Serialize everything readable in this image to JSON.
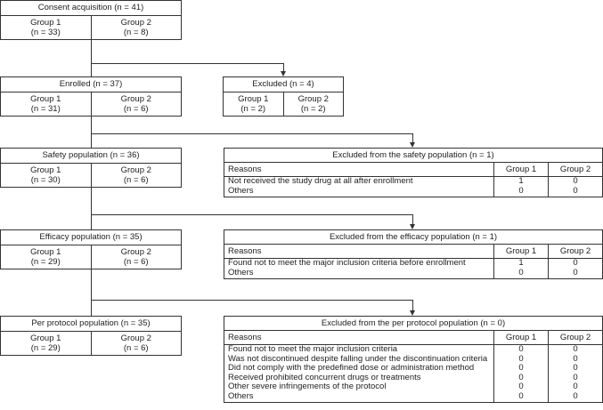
{
  "flow": [
    {
      "title": "Consent acquisition (n = 41)",
      "g1": "Group 1",
      "g1n": "(n = 33)",
      "g2": "Group 2",
      "g2n": "(n = 8)"
    },
    {
      "title": "Enrolled (n = 37)",
      "g1": "Group 1",
      "g1n": "(n = 31)",
      "g2": "Group 2",
      "g2n": "(n = 6)"
    },
    {
      "title": "Safety population (n = 36)",
      "g1": "Group 1",
      "g1n": "(n = 30)",
      "g2": "Group 2",
      "g2n": "(n = 6)"
    },
    {
      "title": "Efficacy population (n = 35)",
      "g1": "Group 1",
      "g1n": "(n = 29)",
      "g2": "Group 2",
      "g2n": "(n = 6)"
    },
    {
      "title": "Per protocol population (n = 35)",
      "g1": "Group 1",
      "g1n": "(n = 29)",
      "g2": "Group 2",
      "g2n": "(n = 6)"
    }
  ],
  "excluded": {
    "title": "Excluded (n = 4)",
    "g1": "Group 1",
    "g1n": "(n = 2)",
    "g2": "Group 2",
    "g2n": "(n = 2)"
  },
  "tables": [
    {
      "title": "Excluded from the safety population (n = 1)",
      "headers": [
        "Reasons",
        "Group 1",
        "Group 2"
      ],
      "rows": [
        [
          "Not received the study drug at all after enrollment",
          "1",
          "0"
        ],
        [
          "Others",
          "0",
          "0"
        ]
      ]
    },
    {
      "title": "Excluded from the efficacy population (n = 1)",
      "headers": [
        "Reasons",
        "Group 1",
        "Group 2"
      ],
      "rows": [
        [
          "Found not to meet the major inclusion criteria before enrollment",
          "1",
          "0"
        ],
        [
          "Others",
          "0",
          "0"
        ]
      ]
    },
    {
      "title": "Excluded from the per protocol population (n = 0)",
      "headers": [
        "Reasons",
        "Group 1",
        "Group 2"
      ],
      "rows": [
        [
          "Found not to meet the major inclusion criteria",
          "0",
          "0"
        ],
        [
          "Was not discontinued despite falling under the discontinuation criteria",
          "0",
          "0"
        ],
        [
          "Did not comply with the predefined dose or administration method",
          "0",
          "0"
        ],
        [
          "Received prohibited concurrent drugs or treatments",
          "0",
          "0"
        ],
        [
          "Other severe infringements of the protocol",
          "0",
          "0"
        ],
        [
          "Others",
          "0",
          "0"
        ]
      ]
    }
  ]
}
